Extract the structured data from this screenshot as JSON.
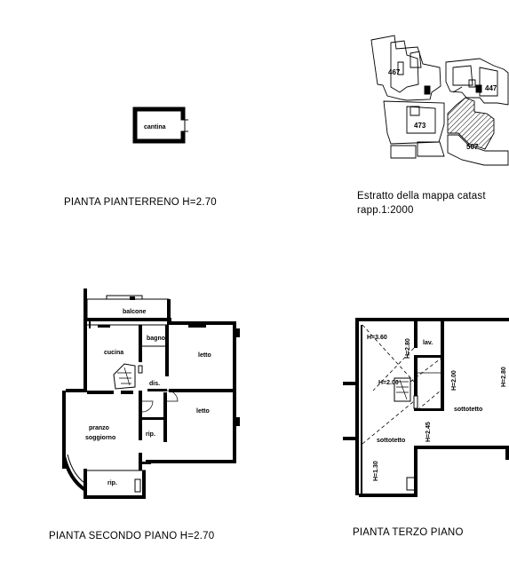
{
  "ground_floor": {
    "caption": "PIANTA PIANTERRENO H=2.70",
    "rooms": {
      "cantina": "cantina"
    }
  },
  "cadastral_map": {
    "caption_line1": "Estratto della mappa catast",
    "caption_line2": "rapp.1:2000",
    "parcels": {
      "p467": "467",
      "p447": "447",
      "p473": "473",
      "p507": "507"
    }
  },
  "second_floor": {
    "caption": "PIANTA SECONDO PIANO H=2.70",
    "rooms": {
      "balcone": "balcone",
      "cucina": "cucina",
      "bagno": "bagno",
      "letto1": "letto",
      "letto2": "letto",
      "disimpegno": "dis.",
      "pranzo": "pranzo",
      "soggiorno": "soggiorno",
      "rip1": "rip.",
      "rip2": "rip."
    }
  },
  "third_floor": {
    "caption": "PIANTA TERZO PIANO",
    "labels": {
      "h360": "H=3.60",
      "h280a": "H=2.80",
      "lav": "lav.",
      "h200a": "H=2.00",
      "h280b": "H=2.80",
      "h200b": "H=2.00",
      "sottotetto1": "sottotetto",
      "h245": "H=2.45",
      "sottotetto2": "sottotetto",
      "h130": "H=1.30"
    }
  }
}
